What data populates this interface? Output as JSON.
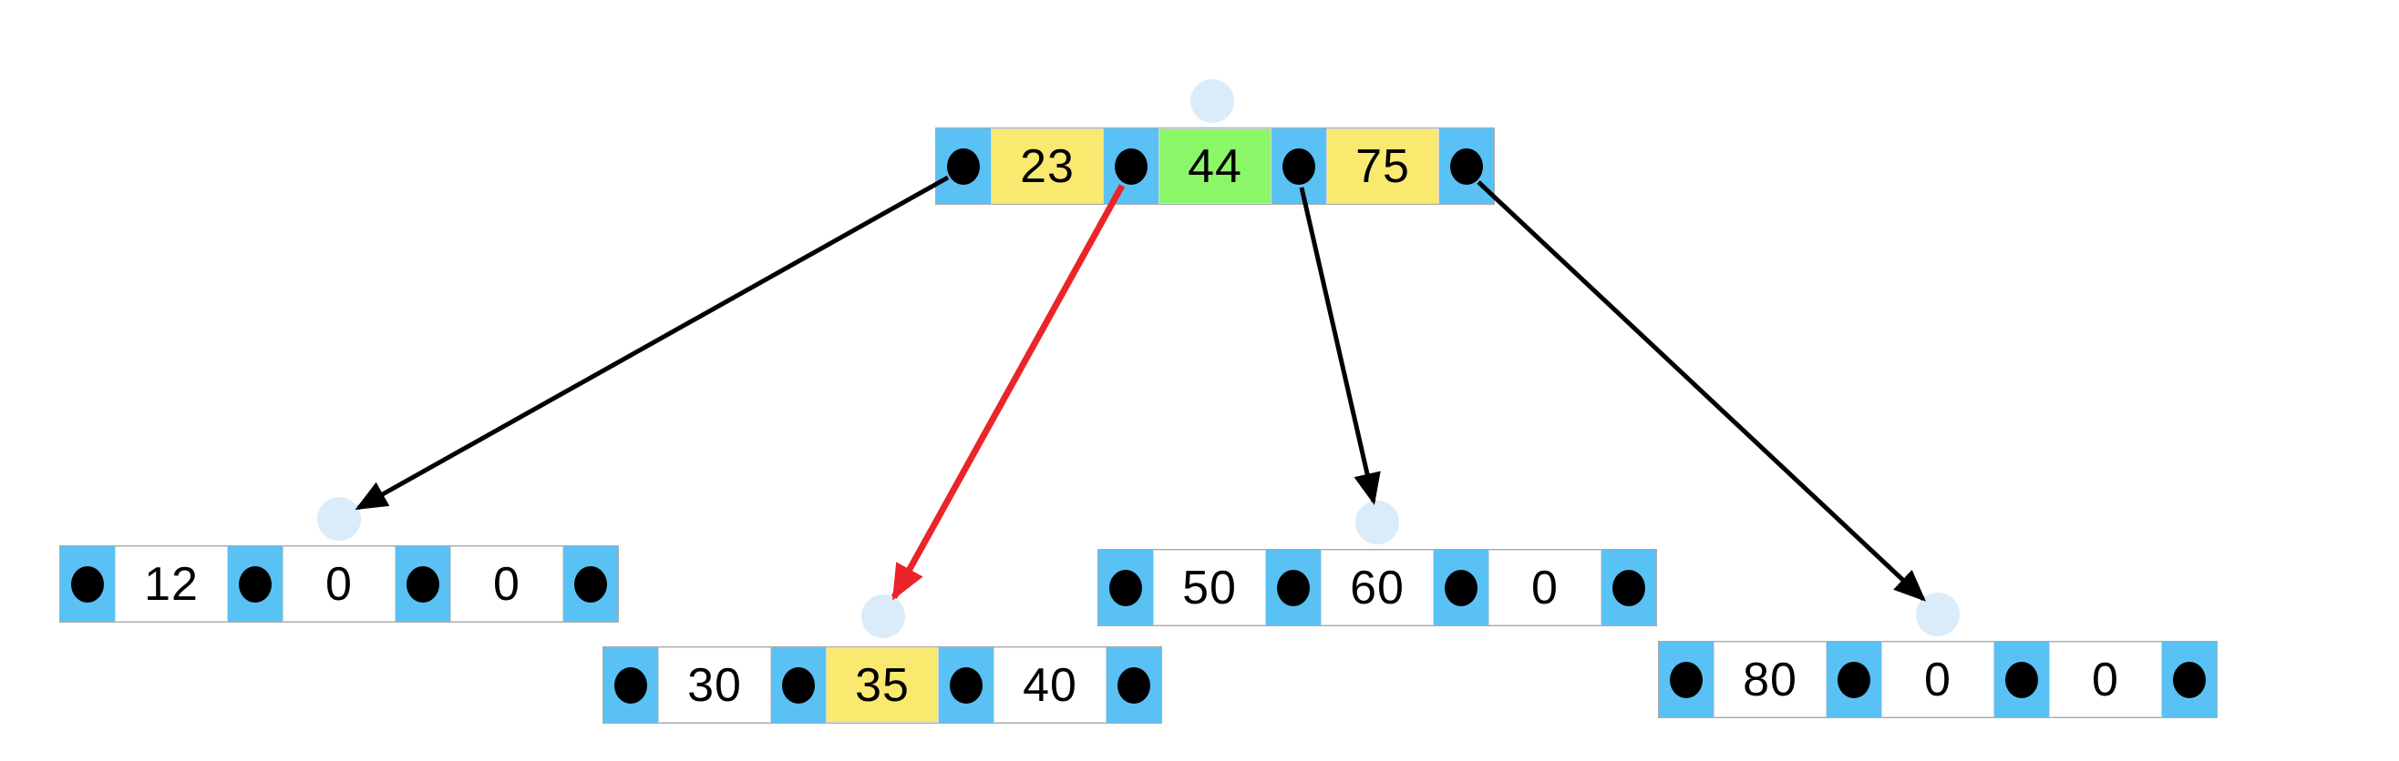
{
  "colors": {
    "pointer_cell_blue": "#5AC1F5",
    "key_highlight_yellow": "#FAE96F",
    "key_highlight_green": "#8BF768",
    "key_default_white": "#FFFFFF",
    "pointer_dot_black": "#000000",
    "landing_marker_light_blue": "#DAEBF9",
    "arrow_black": "#000000",
    "arrow_highlight_red": "#EA2428",
    "node_border_gray": "#ABABAB"
  },
  "nodes": [
    {
      "id": "root",
      "keys": [
        {
          "text": "23",
          "fill": "yellow"
        },
        {
          "text": "44",
          "fill": "green"
        },
        {
          "text": "75",
          "fill": "yellow"
        }
      ]
    },
    {
      "id": "child-1",
      "keys": [
        {
          "text": "12",
          "fill": "white"
        },
        {
          "text": "0",
          "fill": "white"
        },
        {
          "text": "0",
          "fill": "white"
        }
      ]
    },
    {
      "id": "child-2",
      "keys": [
        {
          "text": "30",
          "fill": "white"
        },
        {
          "text": "35",
          "fill": "yellow"
        },
        {
          "text": "40",
          "fill": "white"
        }
      ]
    },
    {
      "id": "child-3",
      "keys": [
        {
          "text": "50",
          "fill": "white"
        },
        {
          "text": "60",
          "fill": "white"
        },
        {
          "text": "0",
          "fill": "white"
        }
      ]
    },
    {
      "id": "child-4",
      "keys": [
        {
          "text": "80",
          "fill": "white"
        },
        {
          "text": "0",
          "fill": "white"
        },
        {
          "text": "0",
          "fill": "white"
        }
      ]
    }
  ],
  "arrows": [
    {
      "from": "root-pointer-1",
      "to": "child-1-landing",
      "color": "#000000",
      "highlight": false
    },
    {
      "from": "root-pointer-2",
      "to": "child-2-landing",
      "color": "#EA2428",
      "highlight": true
    },
    {
      "from": "root-pointer-3",
      "to": "child-3-landing",
      "color": "#000000",
      "highlight": false
    },
    {
      "from": "root-pointer-4",
      "to": "child-4-landing",
      "color": "#000000",
      "highlight": false
    }
  ]
}
